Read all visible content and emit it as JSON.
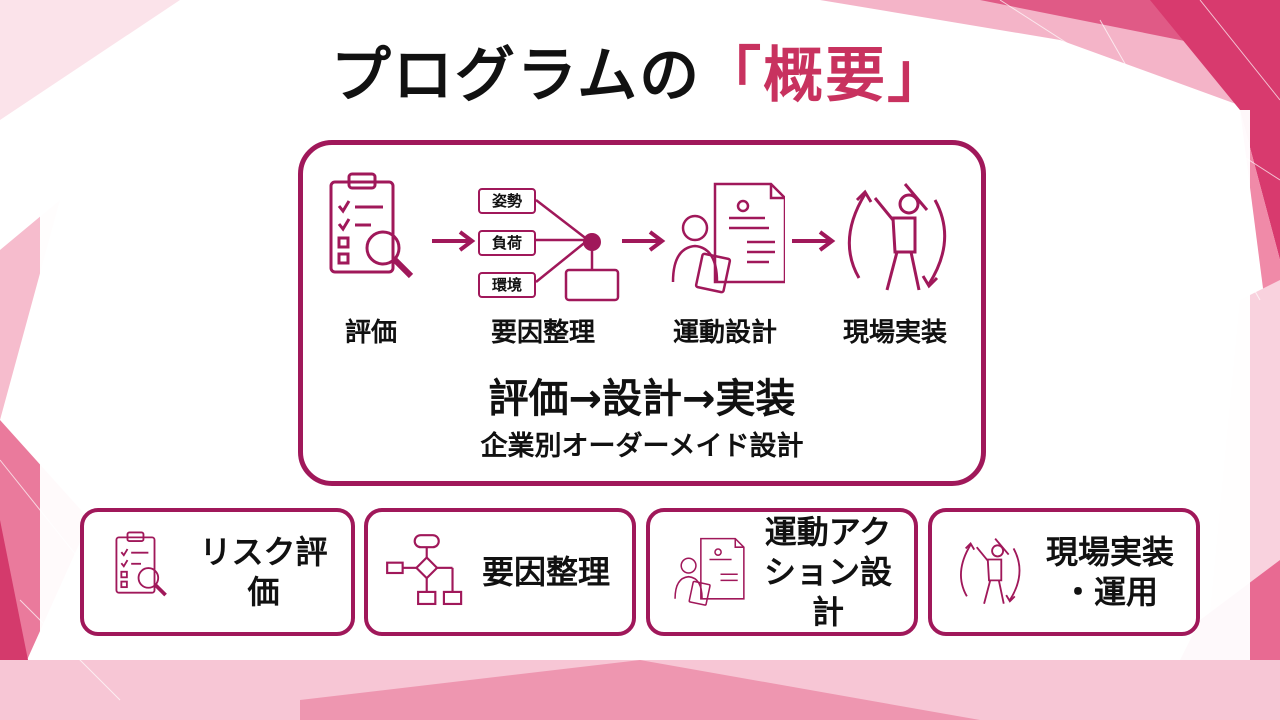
{
  "colors": {
    "accent": "#a0185a",
    "title_accent": "#c8325f",
    "background_pink": "#e04a7a"
  },
  "title": {
    "main": "プログラムの",
    "accent": "「概要」"
  },
  "flow": {
    "steps": [
      {
        "label": "評価",
        "icon": "clipboard-magnifier-icon"
      },
      {
        "label": "要因整理",
        "icon": "factor-network-icon"
      },
      {
        "label": "運動設計",
        "icon": "designer-document-icon"
      },
      {
        "label": "現場実装",
        "icon": "worker-stretch-cycle-icon"
      }
    ],
    "factors": [
      "姿勢",
      "負荷",
      "環境"
    ],
    "summary_line1": "評価→設計→実装",
    "summary_line2": "企業別オーダーメイド設計"
  },
  "cards": [
    {
      "text": "リスク評価",
      "icon": "clipboard-magnifier-icon"
    },
    {
      "text": "要因整理",
      "icon": "flowchart-icon"
    },
    {
      "text_line1": "運動アク",
      "text_line2": "ション設計",
      "icon": "designer-document-icon"
    },
    {
      "text_line1": "現場実装",
      "text_line2": "・運用",
      "icon": "worker-stretch-cycle-icon"
    }
  ]
}
